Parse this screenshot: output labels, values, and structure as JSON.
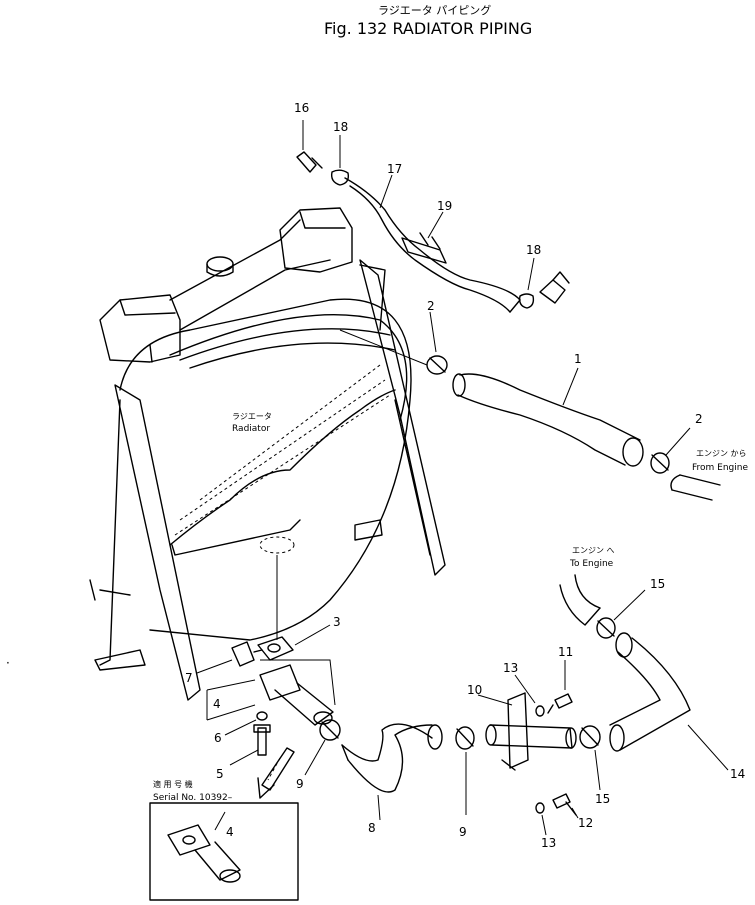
{
  "header": {
    "title_jp": "ラジエータ パイピング",
    "title": "Fig. 132  RADIATOR  PIPING"
  },
  "labels": {
    "radiator_jp": "ラジエータ",
    "radiator": "Radiator",
    "from_engine_jp": "エンジン から",
    "from_engine": "From Engine",
    "to_engine_jp": "エンジン へ",
    "to_engine": "To Engine",
    "serial_jp": "適 用 号 機",
    "serial": "Serial No. 10392–"
  },
  "callouts": {
    "c16": "16",
    "c18a": "18",
    "c17": "17",
    "c19": "19",
    "c18b": "18",
    "c2a": "2",
    "c1": "1",
    "c2b": "2",
    "c15a": "15",
    "c11": "11",
    "c13a": "13",
    "c10": "10",
    "c3": "3",
    "c7": "7",
    "c4a": "4",
    "c6": "6",
    "c5": "5",
    "c9a": "9",
    "c9b": "9",
    "c8": "8",
    "c13b": "13",
    "c12": "12",
    "c15b": "15",
    "c14": "14",
    "c4b": "4"
  }
}
